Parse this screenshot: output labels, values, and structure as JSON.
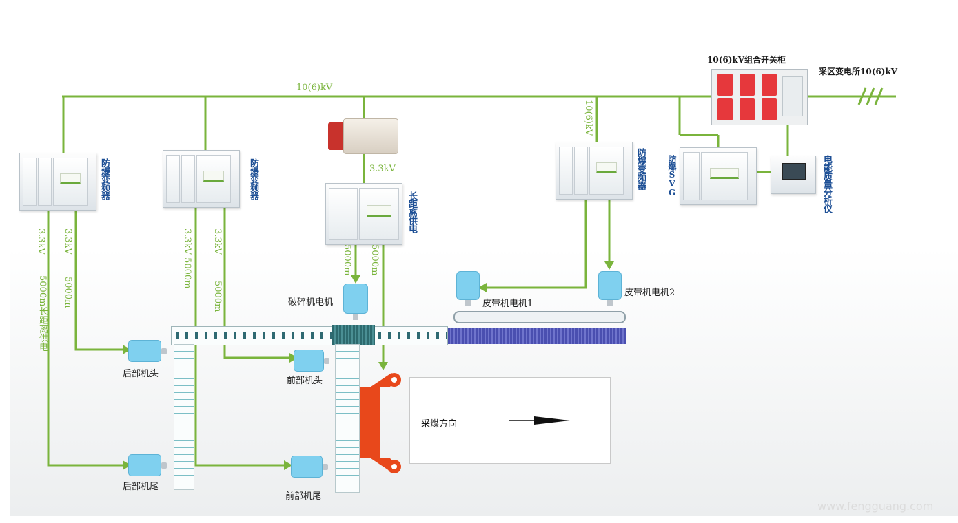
{
  "colors": {
    "line": "#7ab43c",
    "motor": "#7fd0ef",
    "shearer": "#e8481b",
    "label_blue": "#1d4f95"
  },
  "labels": {
    "bus_voltage": "10(6)kV",
    "switchgear": "10(6)kV组合开关柜",
    "substation": "采区变电所10(6)kV",
    "branch_voltage_vertical": "10(6)kV",
    "svg_voltage": "3.3kV",
    "long_supply": "长距离供电",
    "vfd_left": "防爆变频器",
    "vfd_mid": "防爆变频器",
    "vfd_right": "防爆变频器",
    "svg": "防爆SVG",
    "power_quality": "电能质量分析仪",
    "crusher_motor": "破碎机电机",
    "belt_motor_1": "皮带机电机1",
    "belt_motor_2": "皮带机电机2",
    "rear_head": "后部机头",
    "rear_tail": "后部机尾",
    "front_head": "前部机头",
    "front_tail": "前部机尾",
    "mining_direction": "采煤方向",
    "footer": "www.fengguang.com"
  },
  "cable_labels": {
    "a_33kv": "3.3kV",
    "a_5000m_long": "5000m长距离供电",
    "b_33kv": "3.3kV",
    "b_5000m": "5000m",
    "c_33kv_5000m": "3.3kV 5000m",
    "d_33kv": "3.3kV",
    "d_5000m": "5000m",
    "e_5000m": "5000m",
    "f_5000m": "5000m"
  },
  "icons": [
    "transformer-icon",
    "vfd-cabinet-icon",
    "svg-cabinet-icon",
    "switchgear-icon",
    "analyzer-icon",
    "motor-icon",
    "shearer-icon",
    "arrow-icon",
    "break-symbol-icon"
  ]
}
